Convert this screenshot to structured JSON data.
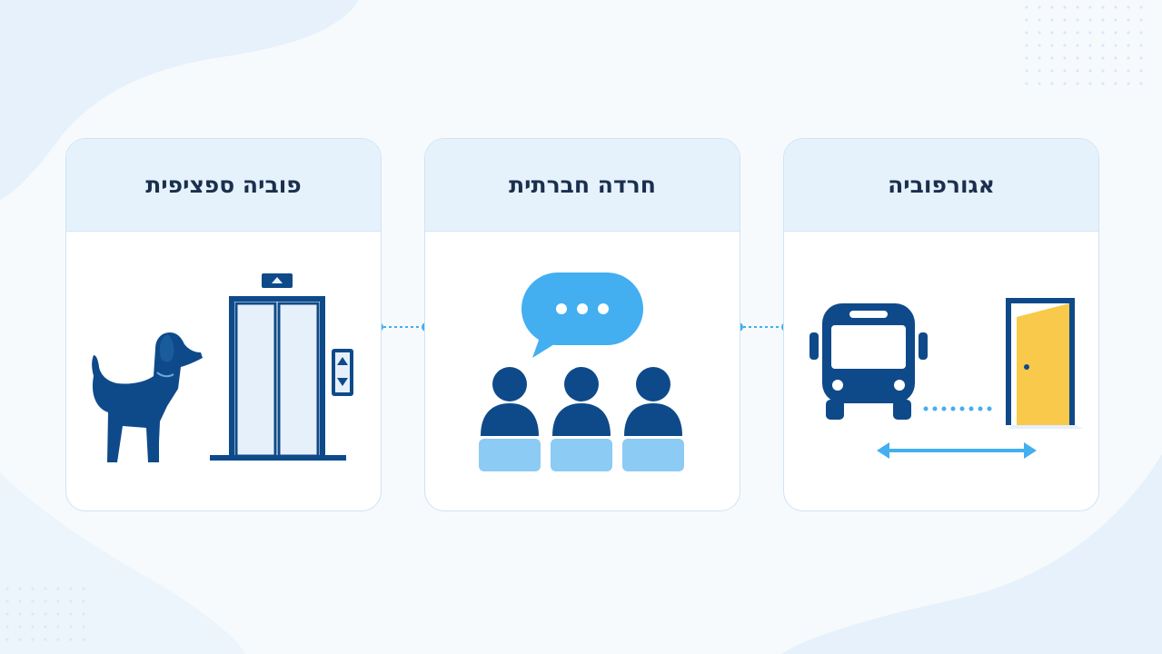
{
  "colors": {
    "navy": "#0e4a8a",
    "light_blue": "#8ccbf3",
    "speech_blue": "#43aef0",
    "door_yellow": "#f8c94a",
    "header_bg": "#e5f2fc",
    "card_border": "#cfe3f5",
    "title_text": "#1b2f4d"
  },
  "cards": [
    {
      "title": "אגורפוביה",
      "icons": [
        "bus-icon",
        "open-door-icon",
        "double-arrow-icon"
      ]
    },
    {
      "title": "חרדה חברתית",
      "icons": [
        "speech-bubble-icon",
        "audience-icon"
      ]
    },
    {
      "title": "פוביה ספציפית",
      "icons": [
        "dog-icon",
        "elevator-icon"
      ]
    }
  ]
}
